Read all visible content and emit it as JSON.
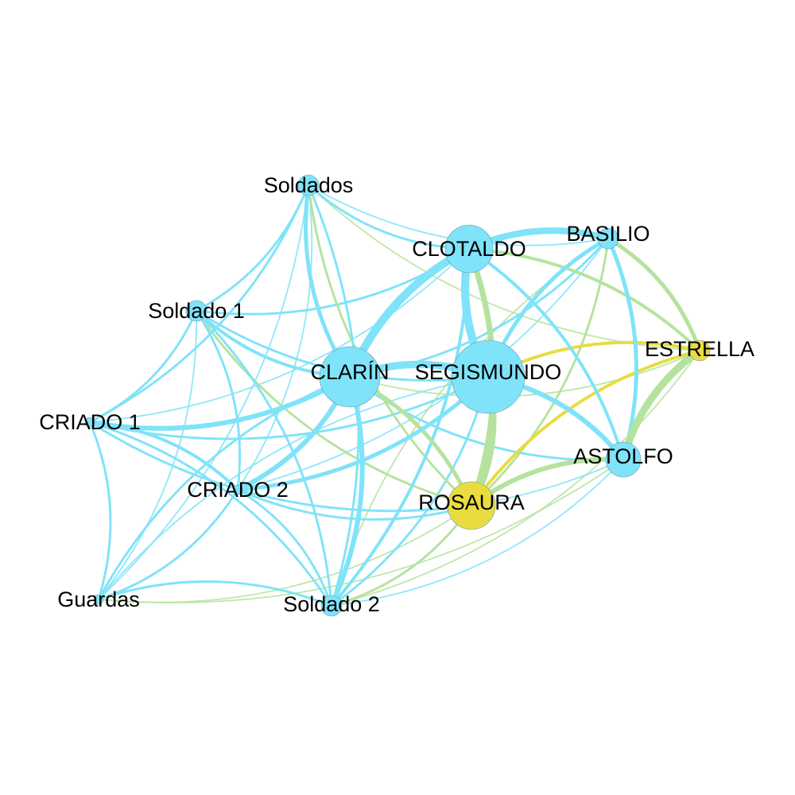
{
  "colors": {
    "blue": "#7fe3f9",
    "green": "#b5e39e",
    "yellow": "#e8dc40",
    "background": "#ffffff",
    "label": "#000000"
  },
  "nodes": [
    {
      "id": "soldados",
      "label": "Soldados",
      "color": "blue",
      "size": "small"
    },
    {
      "id": "clotaldo",
      "label": "CLOTALDO",
      "color": "blue",
      "size": "large"
    },
    {
      "id": "basilio",
      "label": "BASILIO",
      "color": "blue",
      "size": "small"
    },
    {
      "id": "soldado1",
      "label": "Soldado 1",
      "color": "blue",
      "size": "small"
    },
    {
      "id": "clarin",
      "label": "CLARÍN",
      "color": "blue",
      "size": "xlarge"
    },
    {
      "id": "segismundo",
      "label": "SEGISMUNDO",
      "color": "blue",
      "size": "xxlarge"
    },
    {
      "id": "estrella",
      "label": "ESTRELLA",
      "color": "yellow",
      "size": "small"
    },
    {
      "id": "criado1",
      "label": "CRIADO 1",
      "color": "blue",
      "size": "tiny"
    },
    {
      "id": "astolfo",
      "label": "ASTOLFO",
      "color": "blue",
      "size": "medium"
    },
    {
      "id": "criado2",
      "label": "CRIADO 2",
      "color": "blue",
      "size": "tiny"
    },
    {
      "id": "rosaura",
      "label": "ROSAURA",
      "color": "yellow",
      "size": "large"
    },
    {
      "id": "guardas",
      "label": "Guardas",
      "color": "blue",
      "size": "tiny"
    },
    {
      "id": "soldado2",
      "label": "Soldado 2",
      "color": "blue",
      "size": "small"
    }
  ],
  "edges": [
    {
      "source": "clarin",
      "target": "clotaldo",
      "color": "blue",
      "weight": 9
    },
    {
      "source": "segismundo",
      "target": "clotaldo",
      "color": "blue",
      "weight": 9
    },
    {
      "source": "clarin",
      "target": "segismundo",
      "color": "blue",
      "weight": 8
    },
    {
      "source": "clotaldo",
      "target": "basilio",
      "color": "blue",
      "weight": 7
    },
    {
      "source": "segismundo",
      "target": "rosaura",
      "color": "green",
      "weight": 8
    },
    {
      "source": "clotaldo",
      "target": "rosaura",
      "color": "green",
      "weight": 6
    },
    {
      "source": "astolfo",
      "target": "estrella",
      "color": "green",
      "weight": 8
    },
    {
      "source": "segismundo",
      "target": "astolfo",
      "color": "blue",
      "weight": 5
    },
    {
      "source": "basilio",
      "target": "astolfo",
      "color": "blue",
      "weight": 4
    },
    {
      "source": "basilio",
      "target": "estrella",
      "color": "green",
      "weight": 4
    },
    {
      "source": "segismundo",
      "target": "estrella",
      "color": "yellow",
      "weight": 3
    },
    {
      "source": "rosaura",
      "target": "estrella",
      "color": "yellow",
      "weight": 3
    },
    {
      "source": "rosaura",
      "target": "astolfo",
      "color": "green",
      "weight": 5
    },
    {
      "source": "clarin",
      "target": "criado1",
      "color": "blue",
      "weight": 5
    },
    {
      "source": "clarin",
      "target": "criado2",
      "color": "blue",
      "weight": 5
    },
    {
      "source": "clarin",
      "target": "soldado2",
      "color": "blue",
      "weight": 5
    },
    {
      "source": "clarin",
      "target": "soldados",
      "color": "blue",
      "weight": 4
    },
    {
      "source": "clarin",
      "target": "soldado1",
      "color": "blue",
      "weight": 3
    },
    {
      "source": "clarin",
      "target": "rosaura",
      "color": "green",
      "weight": 4
    },
    {
      "source": "segismundo",
      "target": "criado2",
      "color": "blue",
      "weight": 4
    },
    {
      "source": "segismundo",
      "target": "criado1",
      "color": "blue",
      "weight": 2
    },
    {
      "source": "segismundo",
      "target": "soldado1",
      "color": "blue",
      "weight": 2
    },
    {
      "source": "segismundo",
      "target": "soldado2",
      "color": "blue",
      "weight": 2
    },
    {
      "source": "segismundo",
      "target": "basilio",
      "color": "blue",
      "weight": 4
    },
    {
      "source": "clotaldo",
      "target": "estrella",
      "color": "green",
      "weight": 3
    },
    {
      "source": "clotaldo",
      "target": "astolfo",
      "color": "blue",
      "weight": 3
    },
    {
      "source": "clotaldo",
      "target": "soldados",
      "color": "blue",
      "weight": 2
    },
    {
      "source": "clotaldo",
      "target": "soldado1",
      "color": "blue",
      "weight": 2
    },
    {
      "source": "clotaldo",
      "target": "criado1",
      "color": "blue",
      "weight": 1
    },
    {
      "source": "clotaldo",
      "target": "soldado2",
      "color": "blue",
      "weight": 3
    },
    {
      "source": "basilio",
      "target": "rosaura",
      "color": "green",
      "weight": 2
    },
    {
      "source": "basilio",
      "target": "clarin",
      "color": "blue",
      "weight": 2
    },
    {
      "source": "basilio",
      "target": "soldados",
      "color": "blue",
      "weight": 1
    },
    {
      "source": "basilio",
      "target": "criado2",
      "color": "blue",
      "weight": 1
    },
    {
      "source": "estrella",
      "target": "clarin",
      "color": "green",
      "weight": 1
    },
    {
      "source": "estrella",
      "target": "soldados",
      "color": "green",
      "weight": 1
    },
    {
      "source": "estrella",
      "target": "soldado2",
      "color": "green",
      "weight": 1
    },
    {
      "source": "astolfo",
      "target": "soldado2",
      "color": "blue",
      "weight": 1
    },
    {
      "source": "astolfo",
      "target": "clarin",
      "color": "blue",
      "weight": 2
    },
    {
      "source": "astolfo",
      "target": "criado2",
      "color": "blue",
      "weight": 1
    },
    {
      "source": "astolfo",
      "target": "guardas",
      "color": "green",
      "weight": 1
    },
    {
      "source": "rosaura",
      "target": "soldado1",
      "color": "green",
      "weight": 2
    },
    {
      "source": "rosaura",
      "target": "soldado2",
      "color": "green",
      "weight": 2
    },
    {
      "source": "rosaura",
      "target": "criado1",
      "color": "blue",
      "weight": 2
    },
    {
      "source": "rosaura",
      "target": "criado2",
      "color": "blue",
      "weight": 2
    },
    {
      "source": "rosaura",
      "target": "guardas",
      "color": "green",
      "weight": 1
    },
    {
      "source": "rosaura",
      "target": "soldados",
      "color": "green",
      "weight": 2
    },
    {
      "source": "soldados",
      "target": "soldado1",
      "color": "blue",
      "weight": 2
    },
    {
      "source": "soldados",
      "target": "criado1",
      "color": "blue",
      "weight": 2
    },
    {
      "source": "soldados",
      "target": "soldado2",
      "color": "blue",
      "weight": 2
    },
    {
      "source": "soldados",
      "target": "criado2",
      "color": "blue",
      "weight": 1
    },
    {
      "source": "soldados",
      "target": "guardas",
      "color": "blue",
      "weight": 1
    },
    {
      "source": "soldado1",
      "target": "criado1",
      "color": "blue",
      "weight": 2
    },
    {
      "source": "soldado1",
      "target": "criado2",
      "color": "blue",
      "weight": 2
    },
    {
      "source": "soldado1",
      "target": "soldado2",
      "color": "blue",
      "weight": 2
    },
    {
      "source": "soldado1",
      "target": "guardas",
      "color": "blue",
      "weight": 1
    },
    {
      "source": "criado1",
      "target": "criado2",
      "color": "blue",
      "weight": 3
    },
    {
      "source": "criado1",
      "target": "guardas",
      "color": "blue",
      "weight": 2
    },
    {
      "source": "criado1",
      "target": "soldado2",
      "color": "blue",
      "weight": 2
    },
    {
      "source": "criado2",
      "target": "guardas",
      "color": "blue",
      "weight": 2
    },
    {
      "source": "criado2",
      "target": "soldado2",
      "color": "blue",
      "weight": 2
    },
    {
      "source": "guardas",
      "target": "soldado2",
      "color": "blue",
      "weight": 2
    },
    {
      "source": "guardas",
      "target": "clarin",
      "color": "blue",
      "weight": 2
    },
    {
      "source": "guardas",
      "target": "segismundo",
      "color": "blue",
      "weight": 1
    },
    {
      "source": "soldado2",
      "target": "basilio",
      "color": "green",
      "weight": 1
    }
  ]
}
